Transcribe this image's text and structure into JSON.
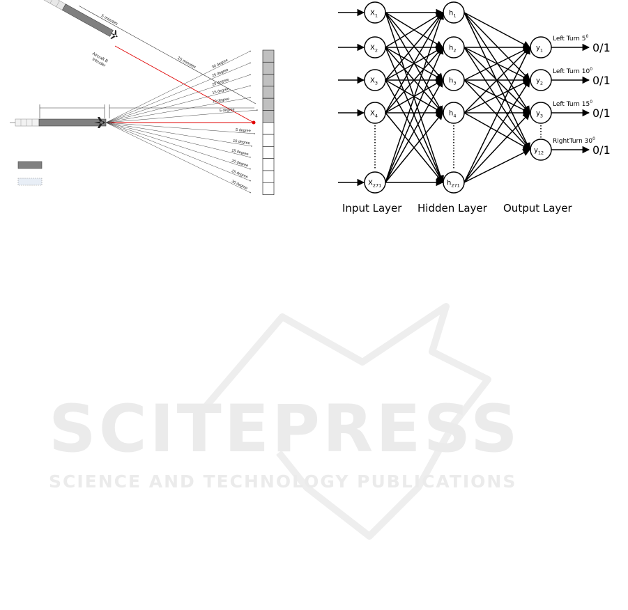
{
  "left_diagram": {
    "aircraft_b_label_line1": "Aircraft B",
    "aircraft_b_label_line2": "Intruder",
    "time_label_5": "5 minutes",
    "time_label_15": "15 minutes",
    "left_degrees": [
      "30 degree",
      "25 degree",
      "20 degree",
      "15 degree",
      "10 degree",
      "5 degree"
    ],
    "right_degrees": [
      "5 degree",
      "10 degree",
      "15 degree",
      "20 degree",
      "25 degree",
      "30 degree"
    ],
    "colors": {
      "trajectory_line": "#e00000",
      "solid_segment": "#808080",
      "shaded_cell": "#c0c0c0"
    }
  },
  "network": {
    "input_nodes": [
      {
        "base": "X",
        "sub": "1"
      },
      {
        "base": "X",
        "sub": "2"
      },
      {
        "base": "X",
        "sub": "3"
      },
      {
        "base": "X",
        "sub": "4"
      },
      {
        "base": "X",
        "sub": "271"
      }
    ],
    "hidden_nodes": [
      {
        "base": "h",
        "sub": "1"
      },
      {
        "base": "h",
        "sub": "2"
      },
      {
        "base": "h",
        "sub": "3"
      },
      {
        "base": "h",
        "sub": "4"
      },
      {
        "base": "h",
        "sub": "271"
      }
    ],
    "output_nodes": [
      {
        "base": "y",
        "sub": "1",
        "label": "Left Turn 5",
        "sup": "0",
        "value": "0/1"
      },
      {
        "base": "y",
        "sub": "2",
        "label": "Left Turn 10",
        "sup": "0",
        "value": "0/1"
      },
      {
        "base": "y",
        "sub": "3",
        "label": "Left Turn 15",
        "sup": "0",
        "value": "0/1"
      },
      {
        "base": "y",
        "sub": "12",
        "label": "RightTurn 30",
        "sup": "0",
        "value": "0/1"
      }
    ],
    "layer_labels": {
      "input": "Input Layer",
      "hidden": "Hidden Layer",
      "output": "Output Layer"
    }
  },
  "watermark": {
    "title": "SCITEPRESS",
    "subtitle": "SCIENCE AND TECHNOLOGY PUBLICATIONS"
  }
}
